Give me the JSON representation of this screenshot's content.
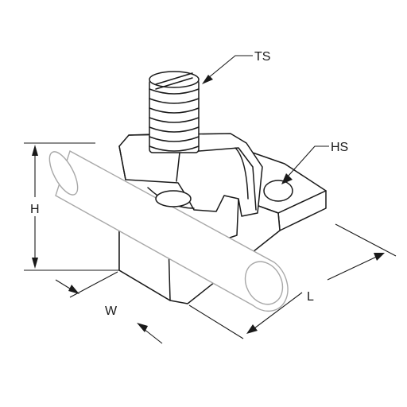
{
  "diagram": {
    "callouts": {
      "threaded_screw": "TS",
      "hole_size": "HS"
    },
    "dimensions": {
      "height": "H",
      "width": "W",
      "length": "L"
    }
  }
}
